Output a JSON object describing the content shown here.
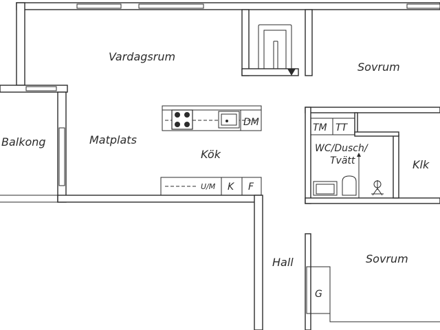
{
  "rooms": {
    "living": "Vardagsrum",
    "bedroom_top": "Sovrum",
    "balcony": "Balkong",
    "dining": "Matplats",
    "kitchen": "Kök",
    "bathroom": "WC/Dusch/\nTvätt",
    "wardrobe": "Klk",
    "hall": "Hall",
    "bedroom_bottom": "Sovrum"
  },
  "fixtures": {
    "dishwasher": "DM",
    "tumble_dryer": "TM",
    "drying_cabinet": "TT",
    "freezer": "U/M",
    "fridge": "K",
    "freezer_cabinet": "F",
    "closet": "G"
  },
  "colors": {
    "line": "#2b2b2b",
    "background": "#ffffff"
  }
}
